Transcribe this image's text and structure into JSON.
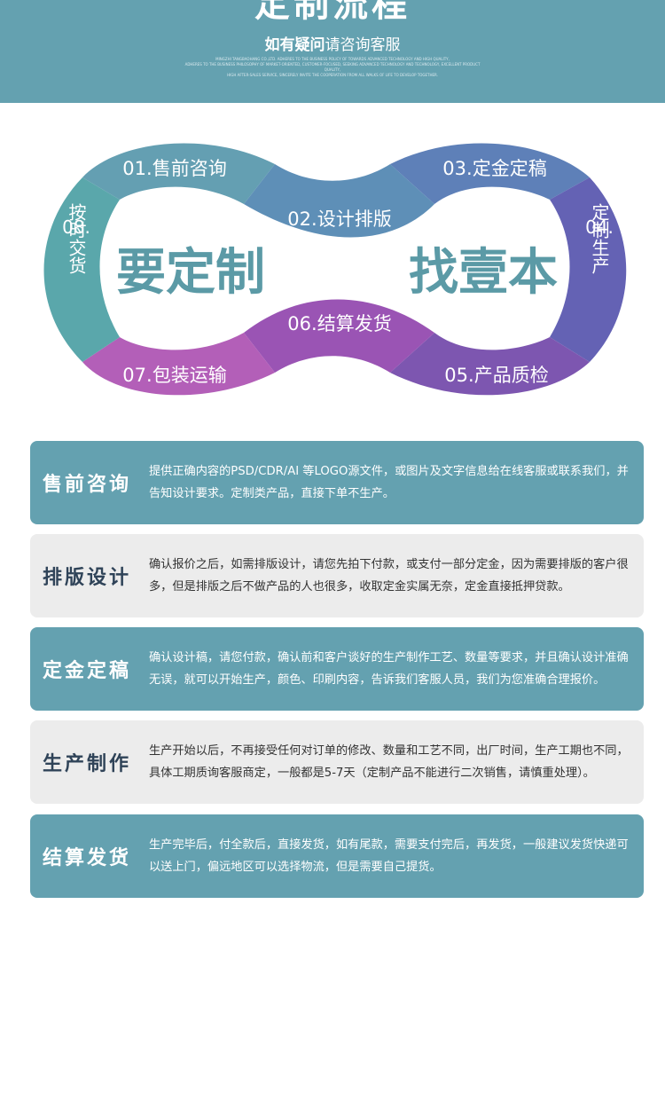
{
  "header": {
    "title": "定制流程",
    "subtitle_bold": "如有疑问",
    "subtitle_rest": "请咨询客服",
    "english_line1": "MINGZHI TANGBAOHANG CO.,LTD. ADHERES TO THE BUSINESS POLICY OF TOWARDS ADVANCED TECHNOLOGY AND HIGH QUALITY,",
    "english_line2": "ADHERES TO THE BUSINESS PHILOSOPHY OF MARKET-ORIENTED, CUSTOMER-FOCUSED, SEEKING ADVANCED TECHNOLOGY AND TECHNOLOGY, EXCELLENT PRODUCT QUALITY,",
    "english_line3": "HIGH AFTER-SALES SERVICE, SINCERELY INVITE THE COOPERATION FROM ALL WALKS OF LIFE TO DEVELOP TOGETHER."
  },
  "flow": {
    "center_left": "要定制",
    "center_right": "找壹本",
    "steps": [
      {
        "label": "01.售前咨询",
        "color": "#649fb2"
      },
      {
        "label": "02.设计排版",
        "color": "#5e8fb7"
      },
      {
        "label": "03.定金定稿",
        "color": "#5e80b8"
      },
      {
        "label": "04.",
        "vertical": "定制生产",
        "color": "#6462b4"
      },
      {
        "label": "05.产品质检",
        "color": "#7d56b0"
      },
      {
        "label": "06.结算发货",
        "color": "#9a54b4"
      },
      {
        "label": "07.包装运输",
        "color": "#b35fb8"
      },
      {
        "label": "08.",
        "vertical": "按时交货",
        "color": "#5aa7ab"
      }
    ]
  },
  "cards": [
    {
      "title": "售前咨询",
      "text": "提供正确内容的PSD/CDR/AI 等LOGO源文件，或图片及文字信息给在线客服或联系我们，并告知设计要求。定制类产品，直接下单不生产。"
    },
    {
      "title": "排版设计",
      "text": "确认报价之后，如需排版设计，请您先拍下付款，或支付一部分定金，因为需要排版的客户很多，但是排版之后不做产品的人也很多，收取定金实属无奈，定金直接抵押贷款。"
    },
    {
      "title": "定金定稿",
      "text": "确认设计稿，请您付款，确认前和客户谈好的生产制作工艺、数量等要求，并且确认设计准确无误，就可以开始生产，颜色、印刷内容，告诉我们客服人员，我们为您准确合理报价。"
    },
    {
      "title": "生产制作",
      "text": "生产开始以后，不再接受任何对订单的修改、数量和工艺不同，出厂时间，生产工期也不同，具体工期质询客服商定，一般都是5-7天（定制产品不能进行二次销售，请慎重处理）。"
    },
    {
      "title": "结算发货",
      "text": "生产完毕后，付全款后，直接发货，如有尾款，需要支付完后，再发货，一般建议发货快递可以送上门，偏远地区可以选择物流，但是需要自己提货。"
    }
  ]
}
